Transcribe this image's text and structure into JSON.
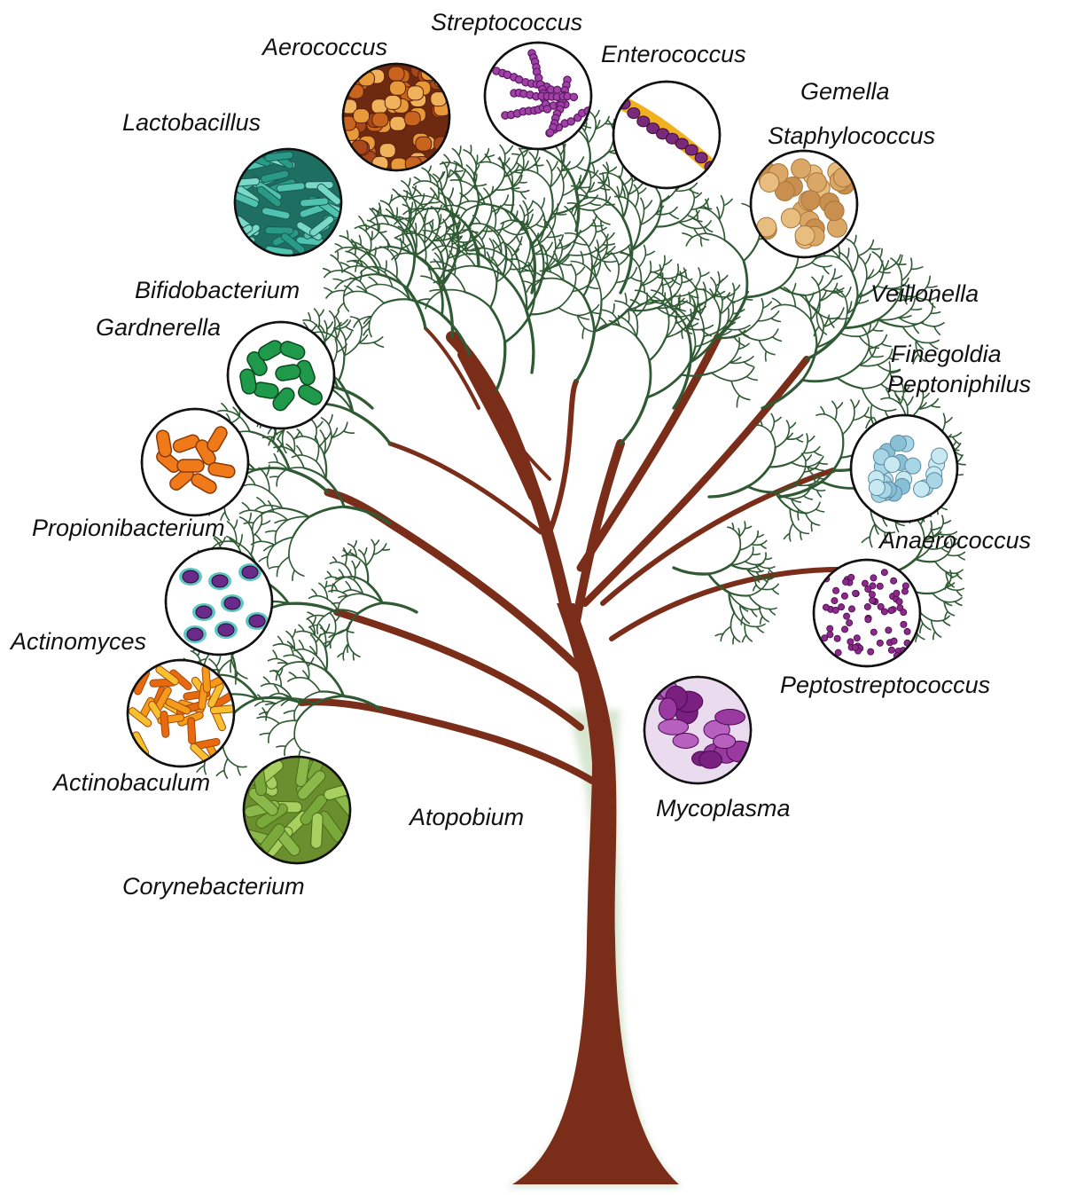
{
  "colors": {
    "trunk": "#7a2e1a",
    "foliage": "#2f5a33",
    "label": "#111111",
    "ring": "#111111"
  },
  "labels": {
    "streptococcus": "Streptococcus",
    "aerococcus": "Aerococcus",
    "enterococcus": "Enterococcus",
    "gemella": "Gemella",
    "lactobacillus": "Lactobacillus",
    "staphylococcus": "Staphylococcus",
    "bifidobacterium": "Bifidobacterium",
    "veillonella": "Veillonella",
    "gardnerella": "Gardnerella",
    "finegoldia": "Finegoldia",
    "peptoniphilus": "Peptoniphilus",
    "propionibacterium": "Propionibacterium",
    "anaerococcus": "Anaerococcus",
    "actinomyces": "Actinomyces",
    "peptostreptococcus": "Peptostreptococcus",
    "actinobaculum": "Actinobaculum",
    "atopobium": "Atopobium",
    "mycoplasma": "Mycoplasma",
    "corynebacterium": "Corynebacterium"
  },
  "micrographs": [
    {
      "id": "aerococcus",
      "color": "#b8561c",
      "shape": "cocci-dense"
    },
    {
      "id": "streptococcus",
      "color": "#8a2a8a",
      "shape": "cocci-chains"
    },
    {
      "id": "enterococcus",
      "color": "#7a2a7a",
      "shape": "diplococci-chain"
    },
    {
      "id": "staphylococcus",
      "color": "#dba766",
      "shape": "cocci-clusters"
    },
    {
      "id": "lactobacillus",
      "color": "#2a9a88",
      "shape": "rods"
    },
    {
      "id": "gardnerella",
      "color": "#1f9a4a",
      "shape": "short-rods"
    },
    {
      "id": "propionibacterium",
      "color": "#f07a1a",
      "shape": "rods"
    },
    {
      "id": "actinomyces",
      "color": "#6a2a8a",
      "shape": "cells"
    },
    {
      "id": "actinobaculum",
      "color": "#f59a1a",
      "shape": "rods"
    },
    {
      "id": "corynebacterium",
      "color": "#8ab84a",
      "shape": "rods"
    },
    {
      "id": "anaerococcus",
      "color": "#a9d6e6",
      "shape": "cocci-clusters"
    },
    {
      "id": "peptostreptococcus",
      "color": "#8a2a8a",
      "shape": "cocci-scatter"
    },
    {
      "id": "mycoplasma",
      "color": "#9a3aa0",
      "shape": "pleomorphic"
    }
  ]
}
